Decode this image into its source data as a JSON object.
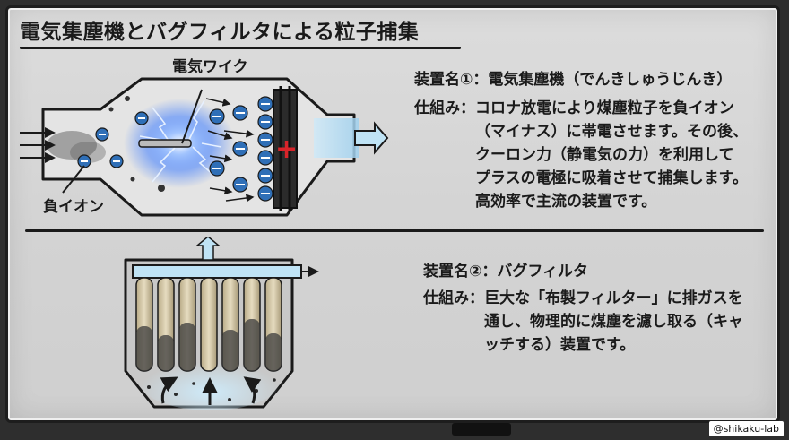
{
  "title": "電気集塵機とバグフィルタによる粒子捕集",
  "precipitator": {
    "wire_label": "電気ワイク",
    "ion_label": "負イオン",
    "device_name": "装置名①：電気集塵機（でんきしゅうじんき）",
    "mechanism_label": "仕組み：",
    "mechanism_lines": [
      "コロナ放電により煤塵粒子を負イオン",
      "（マイナス）に帯電させます。その後、",
      "クーロン力（静電気の力）を利用して",
      "プラスの電極に吸着させて捕集します。",
      "高効率で主流の装置です。"
    ]
  },
  "bagfilter": {
    "device_name": "装置名②：バグフィルタ",
    "mechanism_label": "仕組み：",
    "mechanism_lines": [
      "巨大な「布製フィルター」に排ガスを",
      "通し、物理的に煤塵を濾し取る（キャ",
      "ッチする）装置です。"
    ]
  },
  "credit": "@shikaku-lab",
  "colors": {
    "ion_blue": "#2f6fb7",
    "glow_blue": "#3d7cff",
    "plus_red": "#d8242a",
    "light_blue": "#a9d7f0"
  }
}
